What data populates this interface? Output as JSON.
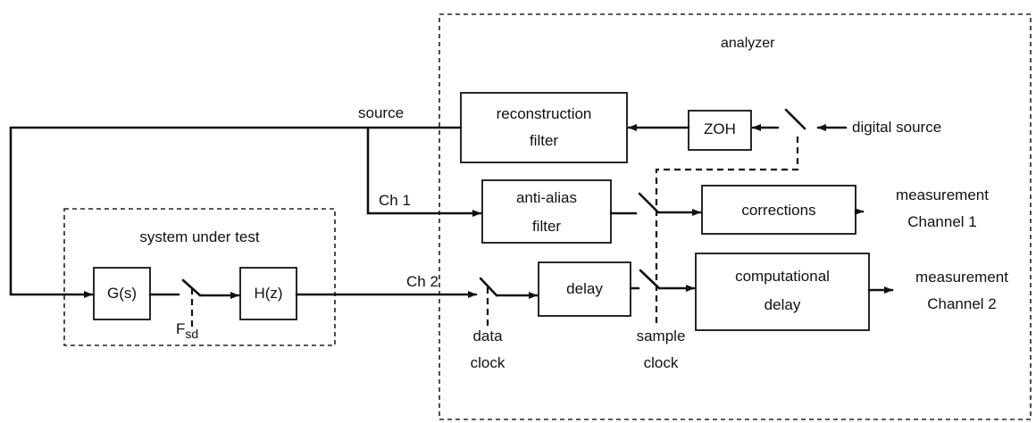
{
  "regions": {
    "analyzer": "analyzer",
    "system_under_test": "system under test"
  },
  "blocks": {
    "reconstruction_filter": {
      "line1": "reconstruction",
      "line2": "filter"
    },
    "zoh": "ZOH",
    "anti_alias_filter": {
      "line1": "anti-alias",
      "line2": "filter"
    },
    "corrections": "corrections",
    "delay": "delay",
    "computational_delay": {
      "line1": "computational",
      "line2": "delay"
    },
    "g_s": "G(s)",
    "h_z": "H(z)"
  },
  "signals": {
    "source": "source",
    "digital_source": "digital source",
    "ch1": "Ch 1",
    "ch2": "Ch 2",
    "measurement_ch1": {
      "line1": "measurement",
      "line2": "Channel 1"
    },
    "measurement_ch2": {
      "line1": "measurement",
      "line2": "Channel 2"
    },
    "fsd_main": "F",
    "fsd_sub": "sd",
    "data_clock": {
      "line1": "data",
      "line2": "clock"
    },
    "sample_clock": {
      "line1": "sample",
      "line2": "clock"
    }
  }
}
